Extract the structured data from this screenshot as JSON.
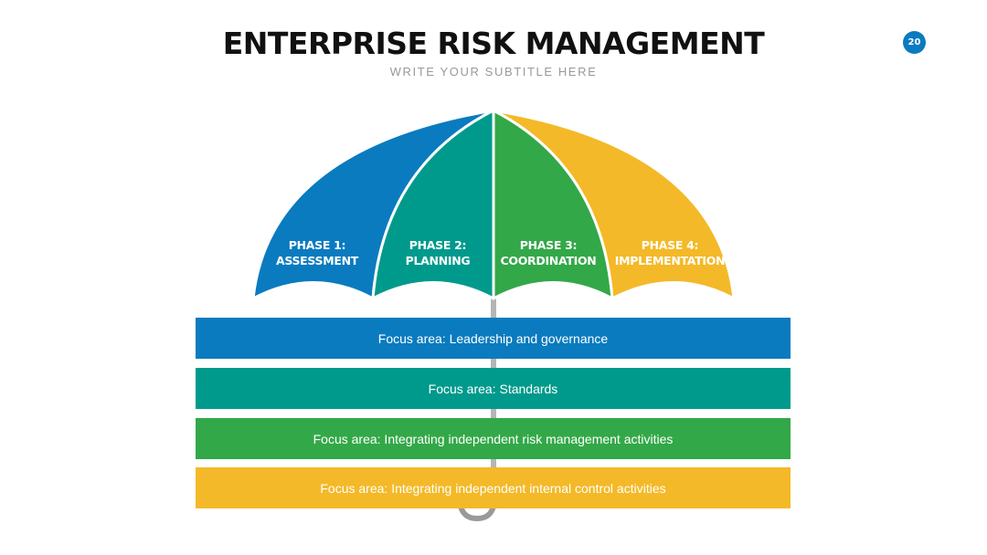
{
  "header": {
    "title": "ENTERPRISE RISK MANAGEMENT",
    "subtitle": "WRITE YOUR SUBTITLE HERE",
    "page_number": "20"
  },
  "phases": [
    {
      "line1": "PHASE 1:",
      "line2": "ASSESSMENT",
      "color": "#0a7bbf"
    },
    {
      "line1": "PHASE 2:",
      "line2": "PLANNING",
      "color": "#009a8c"
    },
    {
      "line1": "PHASE 3:",
      "line2": "COORDINATION",
      "color": "#33a848"
    },
    {
      "line1": "PHASE 4:",
      "line2": "IMPLEMENTATION",
      "color": "#f4b928"
    }
  ],
  "focus_areas": [
    {
      "label": "Focus area: Leadership and governance",
      "color": "#0a7bbf"
    },
    {
      "label": "Focus area: Standards",
      "color": "#009a8c"
    },
    {
      "label": "Focus area: Integrating independent risk management activities",
      "color": "#33a848"
    },
    {
      "label": "Focus area: Integrating independent internal control activities",
      "color": "#f4b928"
    }
  ],
  "colors": {
    "accent": "#0a7bbf",
    "shaft": "#b5b5b5",
    "handle": "#9a9a9a"
  }
}
